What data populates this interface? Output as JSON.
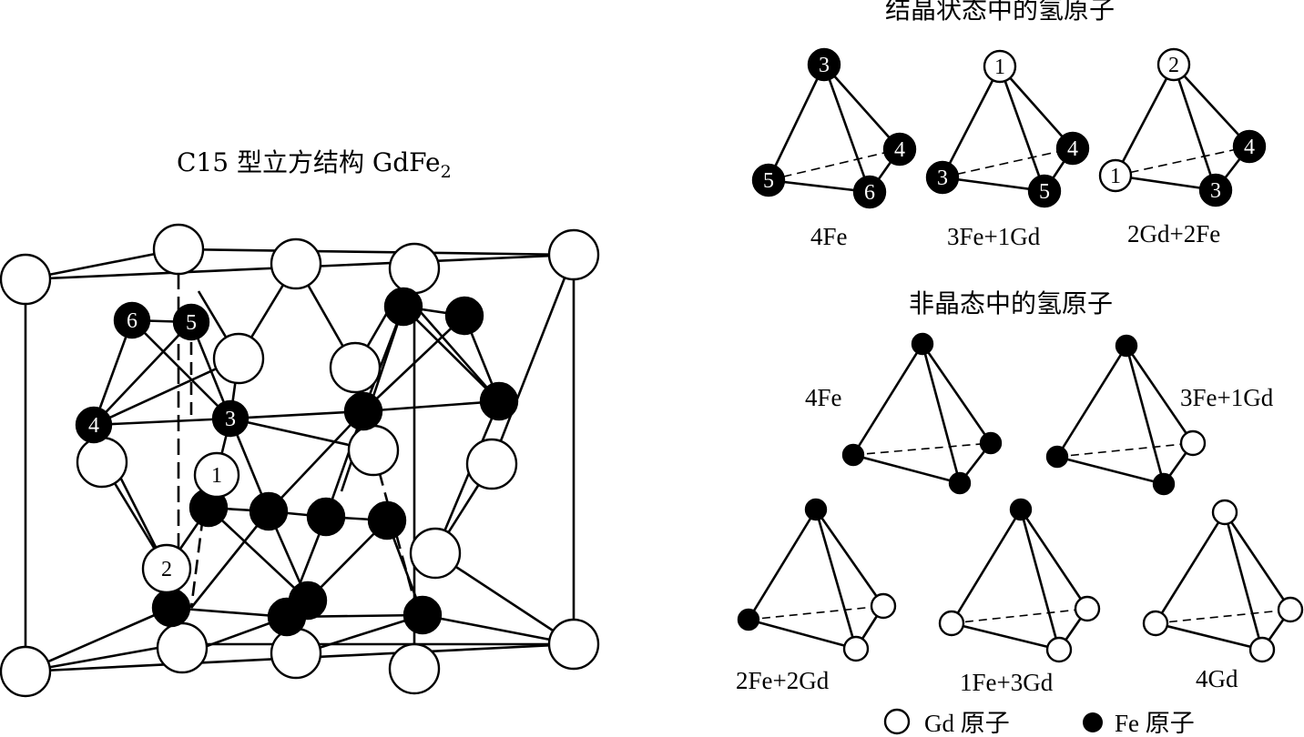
{
  "colors": {
    "gd_fill": "#ffffff",
    "fe_fill": "#000000",
    "line": "#000000"
  },
  "left": {
    "title": "C15 型立方结构 GdFe",
    "title_sub": "2",
    "site_numbers": [
      "1",
      "2",
      "3",
      "4",
      "5",
      "6"
    ]
  },
  "crystalline": {
    "heading": "结晶状态中的氢原子",
    "tetrahedra": [
      {
        "label": "4Fe",
        "atoms": [
          {
            "n": "3",
            "type": "Fe"
          },
          {
            "n": "4",
            "type": "Fe"
          },
          {
            "n": "5",
            "type": "Fe"
          },
          {
            "n": "6",
            "type": "Fe"
          }
        ]
      },
      {
        "label": "3Fe+1Gd",
        "atoms": [
          {
            "n": "1",
            "type": "Gd"
          },
          {
            "n": "4",
            "type": "Fe"
          },
          {
            "n": "3",
            "type": "Fe"
          },
          {
            "n": "5",
            "type": "Fe"
          }
        ]
      },
      {
        "label": "2Gd+2Fe",
        "atoms": [
          {
            "n": "2",
            "type": "Gd"
          },
          {
            "n": "4",
            "type": "Fe"
          },
          {
            "n": "1",
            "type": "Gd"
          },
          {
            "n": "3",
            "type": "Fe"
          }
        ]
      }
    ]
  },
  "amorphous": {
    "heading": "非晶态中的氢原子",
    "tetrahedra": [
      {
        "label": "4Fe",
        "atoms": [
          "Fe",
          "Fe",
          "Fe",
          "Fe"
        ]
      },
      {
        "label": "3Fe+1Gd",
        "atoms": [
          "Fe",
          "Gd",
          "Fe",
          "Fe"
        ]
      },
      {
        "label": "2Fe+2Gd",
        "atoms": [
          "Fe",
          "Gd",
          "Fe",
          "Gd"
        ]
      },
      {
        "label": "1Fe+3Gd",
        "atoms": [
          "Fe",
          "Gd",
          "Gd",
          "Gd"
        ]
      },
      {
        "label": "4Gd",
        "atoms": [
          "Gd",
          "Gd",
          "Gd",
          "Gd"
        ]
      }
    ]
  },
  "legend": {
    "gd_label": "Gd 原子",
    "fe_label": "Fe 原子"
  }
}
